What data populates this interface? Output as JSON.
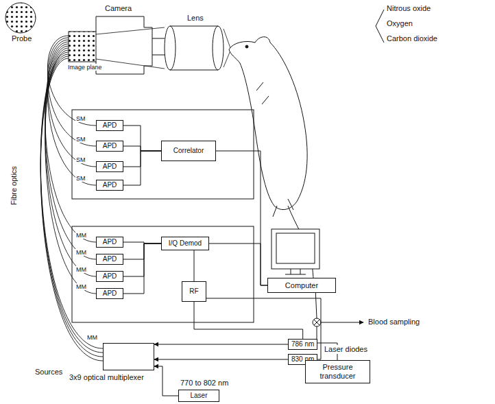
{
  "diagram": {
    "nodes": [
      {
        "text": [
          "APD"
        ]
      },
      {
        "text": [
          "APD"
        ]
      },
      {
        "text": [
          "APD"
        ]
      },
      {
        "text": [
          "APD"
        ]
      },
      {
        "text": [
          "Correlator"
        ]
      },
      {
        "text": [
          "APD"
        ]
      },
      {
        "text": [
          "APD"
        ]
      },
      {
        "text": [
          "APD"
        ]
      },
      {
        "text": [
          "APD"
        ]
      },
      {
        "text": [
          "I/Q Demod"
        ]
      },
      {
        "text": [
          "RF"
        ]
      },
      {
        "text": [
          "Computer"
        ]
      },
      {
        "text": [
          "786 nm"
        ]
      },
      {
        "text": [
          "830 nm"
        ]
      },
      {
        "text": [
          "3x9 optical multiplexer"
        ]
      },
      {
        "text": [
          "Laser"
        ]
      },
      {
        "text": [
          "Pressure transducer"
        ]
      }
    ],
    "edges": [
      {
        "from": 0,
        "to": 4,
        "arrow": "none"
      },
      {
        "from": 1,
        "to": 4,
        "arrow": "none"
      },
      {
        "from": 2,
        "to": 4,
        "arrow": "none"
      },
      {
        "from": 3,
        "to": 4,
        "arrow": "none"
      },
      {
        "from": 4,
        "to": 11,
        "arrow": "none"
      },
      {
        "from": 5,
        "to": 9,
        "arrow": "none"
      },
      {
        "from": 6,
        "to": 9,
        "arrow": "none"
      },
      {
        "from": 7,
        "to": 9,
        "arrow": "none"
      },
      {
        "from": 8,
        "to": 9,
        "arrow": "none"
      },
      {
        "from": 10,
        "to": 9,
        "arrow": "none"
      },
      {
        "from": 9,
        "to": 11,
        "arrow": "none"
      },
      {
        "from": 10,
        "to": 12,
        "arrow": "none"
      },
      {
        "from": 10,
        "to": 13,
        "arrow": "none"
      },
      {
        "from": 12,
        "to": 14,
        "arrow": "to"
      },
      {
        "from": 13,
        "to": 14,
        "arrow": "to"
      },
      {
        "from": 15,
        "to": 14,
        "arrow": "to"
      }
    ],
    "labels": [
      "Nitrous oxide",
      "Oxygen",
      "Carbon dioxide",
      "Probe",
      "Camera",
      "Lens",
      "Image plane",
      "Fibre optics",
      "SM",
      "SM",
      "SM",
      "SM",
      "MM",
      "MM",
      "MM",
      "MM",
      "Sources",
      "MM",
      "Laser diodes",
      "770 to 802 nm",
      "Blood sampling"
    ]
  }
}
